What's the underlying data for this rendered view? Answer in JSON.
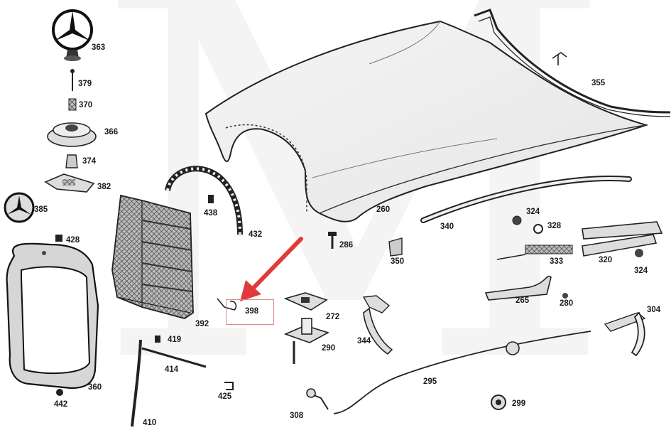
{
  "watermark": "M",
  "highlight": {
    "part": "398",
    "box_color": "#e08a8a",
    "arrow_color": "#e03a3a"
  },
  "labels": {
    "p363": "363",
    "p379": "379",
    "p370": "370",
    "p366": "366",
    "p374": "374",
    "p382": "382",
    "p385": "385",
    "p428": "428",
    "p438": "438",
    "p432": "432",
    "p355": "355",
    "p260": "260",
    "p340": "340",
    "p324a": "324",
    "p328": "328",
    "p286": "286",
    "p350": "350",
    "p333": "333",
    "p320": "320",
    "p324b": "324",
    "p392": "392",
    "p398": "398",
    "p272": "272",
    "p265": "265",
    "p280": "280",
    "p304": "304",
    "p290": "290",
    "p344": "344",
    "p419": "419",
    "p414": "414",
    "p360": "360",
    "p442": "442",
    "p425": "425",
    "p295": "295",
    "p308": "308",
    "p299": "299",
    "p410": "410"
  }
}
